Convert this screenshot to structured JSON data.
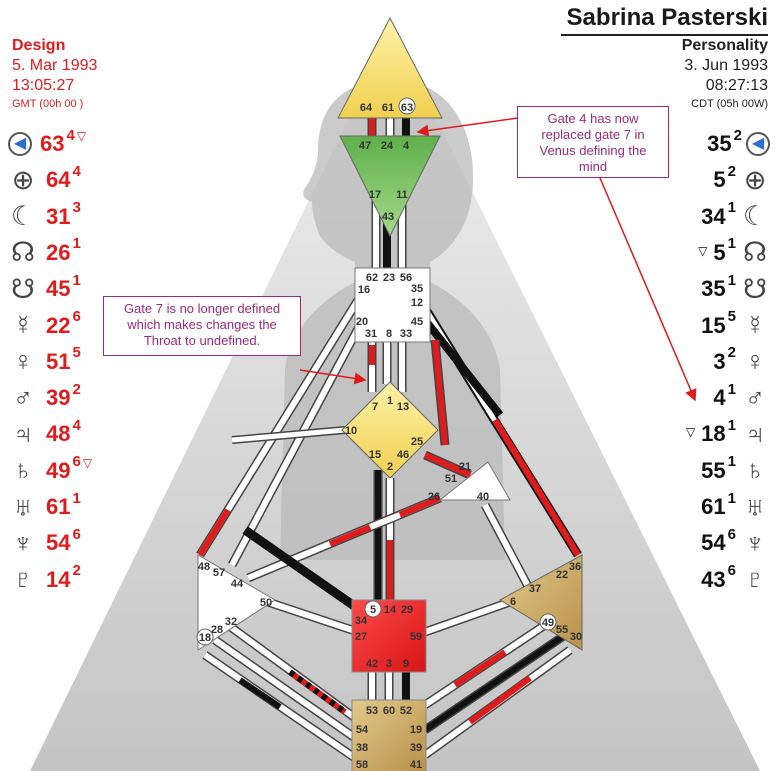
{
  "chart": {
    "name": "Sabrina Pasterski",
    "design": {
      "title": "Design",
      "date": "5. Mar 1993",
      "time": "13:05:27",
      "zone": "GMT (00h 00 )"
    },
    "personality": {
      "title": "Personality",
      "date": "3. Jun 1993",
      "time": "08:27:13",
      "zone": "CDT (05h 00W)"
    }
  },
  "design_planets": [
    {
      "icon": "sun-icon",
      "glyph": "◀",
      "gate": "63",
      "line": "4",
      "mark": "▽"
    },
    {
      "icon": "earth-icon",
      "glyph": "⊕",
      "gate": "64",
      "line": "4",
      "mark": ""
    },
    {
      "icon": "moon-icon",
      "glyph": "☾",
      "gate": "31",
      "line": "3",
      "mark": ""
    },
    {
      "icon": "north-node-icon",
      "glyph": "☊",
      "gate": "26",
      "line": "1",
      "mark": ""
    },
    {
      "icon": "south-node-icon",
      "glyph": "☋",
      "gate": "45",
      "line": "1",
      "mark": ""
    },
    {
      "icon": "mercury-icon",
      "glyph": "☿",
      "gate": "22",
      "line": "6",
      "mark": ""
    },
    {
      "icon": "venus-icon",
      "glyph": "♀",
      "gate": "51",
      "line": "5",
      "mark": ""
    },
    {
      "icon": "mars-icon",
      "glyph": "♂",
      "gate": "39",
      "line": "2",
      "mark": ""
    },
    {
      "icon": "jupiter-icon",
      "glyph": "♃",
      "gate": "48",
      "line": "4",
      "mark": ""
    },
    {
      "icon": "saturn-icon",
      "glyph": "♄",
      "gate": "49",
      "line": "6",
      "mark": "▽"
    },
    {
      "icon": "uranus-icon",
      "glyph": "♅",
      "gate": "61",
      "line": "1",
      "mark": ""
    },
    {
      "icon": "neptune-icon",
      "glyph": "♆",
      "gate": "54",
      "line": "6",
      "mark": ""
    },
    {
      "icon": "pluto-icon",
      "glyph": "♇",
      "gate": "14",
      "line": "2",
      "mark": ""
    }
  ],
  "personality_planets": [
    {
      "icon": "sun-icon",
      "glyph": "◀",
      "gate": "35",
      "line": "2",
      "mark": ""
    },
    {
      "icon": "earth-icon",
      "glyph": "⊕",
      "gate": "5",
      "line": "2",
      "mark": ""
    },
    {
      "icon": "moon-icon",
      "glyph": "☾",
      "gate": "34",
      "line": "1",
      "mark": ""
    },
    {
      "icon": "north-node-icon",
      "glyph": "☊",
      "gate": "5",
      "line": "1",
      "mark": "▽"
    },
    {
      "icon": "south-node-icon",
      "glyph": "☋",
      "gate": "35",
      "line": "1",
      "mark": ""
    },
    {
      "icon": "mercury-icon",
      "glyph": "☿",
      "gate": "15",
      "line": "5",
      "mark": ""
    },
    {
      "icon": "venus-icon",
      "glyph": "♀",
      "gate": "3",
      "line": "2",
      "mark": ""
    },
    {
      "icon": "mars-icon",
      "glyph": "♂",
      "gate": "4",
      "line": "1",
      "mark": ""
    },
    {
      "icon": "jupiter-icon",
      "glyph": "♃",
      "gate": "18",
      "line": "1",
      "mark": "▽"
    },
    {
      "icon": "saturn-icon",
      "glyph": "♄",
      "gate": "55",
      "line": "1",
      "mark": ""
    },
    {
      "icon": "uranus-icon",
      "glyph": "♅",
      "gate": "61",
      "line": "1",
      "mark": ""
    },
    {
      "icon": "neptune-icon",
      "glyph": "♆",
      "gate": "54",
      "line": "6",
      "mark": ""
    },
    {
      "icon": "pluto-icon",
      "glyph": "♇",
      "gate": "43",
      "line": "6",
      "mark": ""
    }
  ],
  "callouts": {
    "venus_change": "Gate 4 has now replaced gate 7 in Venus defining the mind",
    "throat_change": "Gate 7 is no longer defined which makes changes the Throat to undefined."
  },
  "gates": {
    "head": [
      "64",
      "61",
      "63"
    ],
    "ajna": [
      "47",
      "24",
      "4",
      "17",
      "11",
      "43"
    ],
    "throat": [
      "62",
      "23",
      "56",
      "16",
      "35",
      "12",
      "20",
      "45",
      "31",
      "8",
      "33"
    ],
    "g_center": [
      "1",
      "7",
      "13",
      "10",
      "25",
      "15",
      "46",
      "2"
    ],
    "ego": [
      "21",
      "51",
      "26",
      "40"
    ],
    "spleen": [
      "48",
      "57",
      "44",
      "50",
      "32",
      "28",
      "18"
    ],
    "solar_plexus": [
      "36",
      "22",
      "37",
      "6",
      "49",
      "55",
      "30"
    ],
    "sacral": [
      "5",
      "14",
      "29",
      "34",
      "27",
      "59",
      "42",
      "3",
      "9"
    ],
    "root": [
      "53",
      "60",
      "52",
      "54",
      "19",
      "38",
      "39",
      "58",
      "41"
    ]
  },
  "colors": {
    "design_red": "#e01b1b",
    "head_yellow": "#f2dc6a",
    "ajna_green": "#7cc35a",
    "identity_yellow": "#f5e07a",
    "sacral_red": "#ee2a2a",
    "motor_tan": "#c9a45a",
    "callout_border": "#9c2a7b",
    "arrow_red": "#e01b1b"
  }
}
